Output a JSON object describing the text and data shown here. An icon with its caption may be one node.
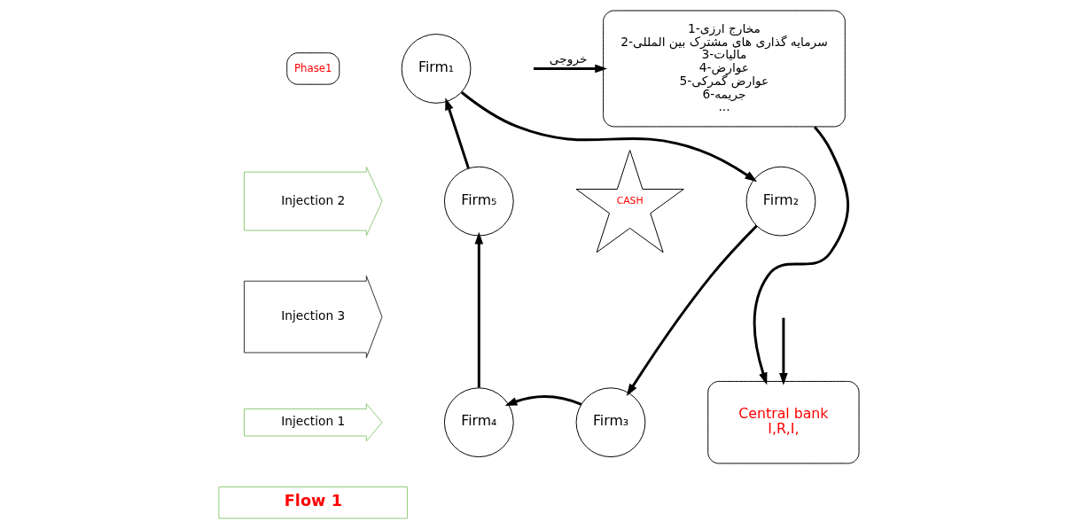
{
  "diagram": {
    "nodes": [
      {
        "text": [
          "Phase1"
        ]
      },
      {
        "text": [
          "Injection 2"
        ]
      },
      {
        "text": [
          "Injection 3"
        ]
      },
      {
        "text": [
          "Injection 1"
        ]
      },
      {
        "text": [
          "Firm₁"
        ]
      },
      {
        "text": [
          "Firm₂"
        ]
      },
      {
        "text": [
          "Firm₃"
        ]
      },
      {
        "text": [
          "Firm₄"
        ]
      },
      {
        "text": [
          "Firm₅"
        ]
      },
      {
        "text": [
          "CASH"
        ]
      },
      {
        "text": [
          "1-مخارج ارزی",
          "2-سرمایه گذاری های مشترک بین المللی",
          "3-مالیات",
          "4-عوارض",
          "5-عوارض گمرکی",
          "6-جریمه",
          "..."
        ]
      },
      {
        "text": [
          "Central bank",
          "I,R,I,"
        ]
      },
      {
        "text": [
          "Flow 1"
        ]
      }
    ],
    "edges": [
      {
        "from": 4,
        "to": 5,
        "arrow": "to"
      },
      {
        "from": 5,
        "to": 6,
        "arrow": "to"
      },
      {
        "from": 6,
        "to": 7,
        "arrow": "to"
      },
      {
        "from": 7,
        "to": 8,
        "arrow": "to"
      },
      {
        "from": 8,
        "to": 4,
        "arrow": "to"
      },
      {
        "from": null,
        "to": 10,
        "arrow": "to",
        "label": "خروجی"
      },
      {
        "from": null,
        "to": 11,
        "arrow": "to"
      },
      {
        "from": 10,
        "to": 11,
        "arrow": "to"
      }
    ]
  }
}
